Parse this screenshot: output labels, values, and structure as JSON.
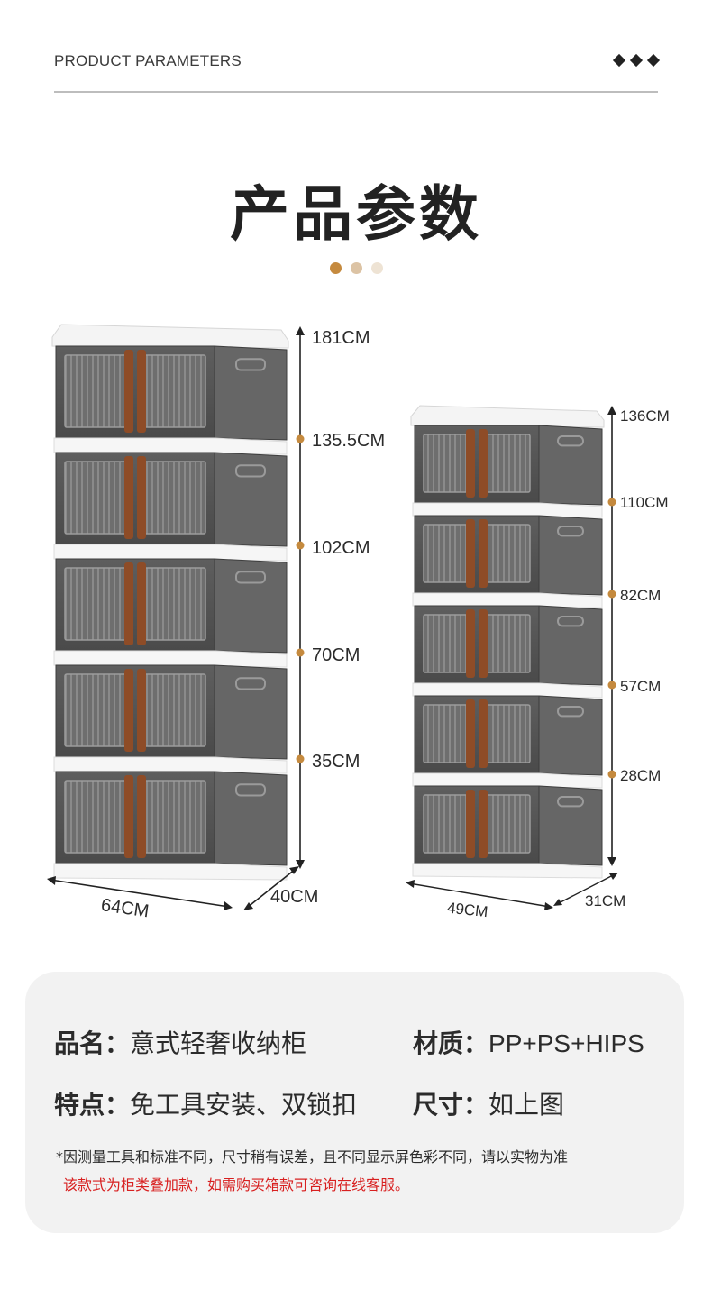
{
  "header": {
    "label": "PRODUCT PARAMETERS"
  },
  "title": "产品参数",
  "colors": {
    "accent": "#c58a3e",
    "dot_light": "#dcc3a4",
    "dot_lighter": "#eee3d4",
    "handle": "#8e4c27",
    "cabinet_grey": "#5b5b5b",
    "note_red": "#d82020"
  },
  "large_cabinet": {
    "heights": [
      "181CM",
      "135.5CM",
      "102CM",
      "70CM",
      "35CM"
    ],
    "width": "64CM",
    "depth": "40CM",
    "tiers": 5
  },
  "small_cabinet": {
    "heights": [
      "136CM",
      "110CM",
      "82CM",
      "57CM",
      "28CM"
    ],
    "width": "49CM",
    "depth": "31CM",
    "tiers": 5
  },
  "specs": {
    "name_label": "品名",
    "name_value": "意式轻奢收纳柜",
    "material_label": "材质",
    "material_value": "PP+PS+HIPS",
    "feature_label": "特点",
    "feature_value": "免工具安装、双锁扣",
    "size_label": "尺寸",
    "size_value": "如上图",
    "separator": "："
  },
  "notes": {
    "disclaimer": "*因测量工具和标准不同，尺寸稍有误差，且不同显示屏色彩不同，请以实物为准",
    "warning": "该款式为柜类叠加款，如需购买箱款可咨询在线客服。"
  }
}
